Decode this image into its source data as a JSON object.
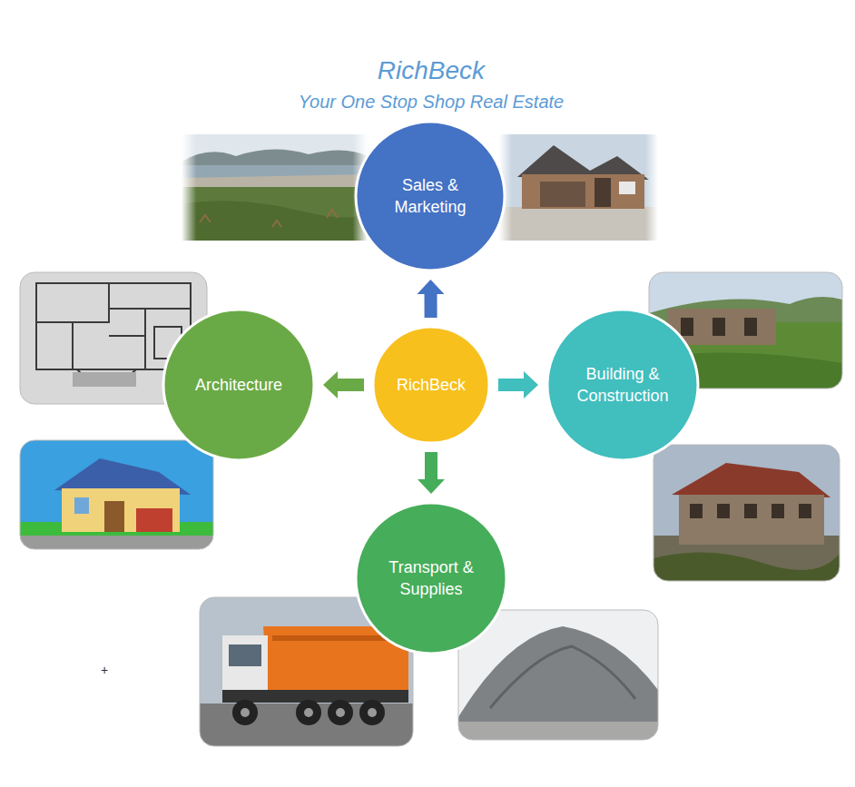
{
  "diagram": {
    "title": "RichBeck",
    "nodes": [
      {
        "text": [
          "Sales & Marketing"
        ]
      },
      {
        "text": [
          "Architecture"
        ]
      },
      {
        "text": [
          "RichBeck"
        ]
      },
      {
        "text": [
          "Building & Construction"
        ]
      },
      {
        "text": [
          "Transport & Supplies"
        ]
      }
    ],
    "edges": [
      {
        "from": 2,
        "to": 0,
        "arrow": "to"
      },
      {
        "from": 2,
        "to": 1,
        "arrow": "to"
      },
      {
        "from": 2,
        "to": 3,
        "arrow": "to"
      },
      {
        "from": 2,
        "to": 4,
        "arrow": "to"
      }
    ],
    "labels": [
      "Your One Stop Shop Real Estate",
      "+"
    ]
  }
}
